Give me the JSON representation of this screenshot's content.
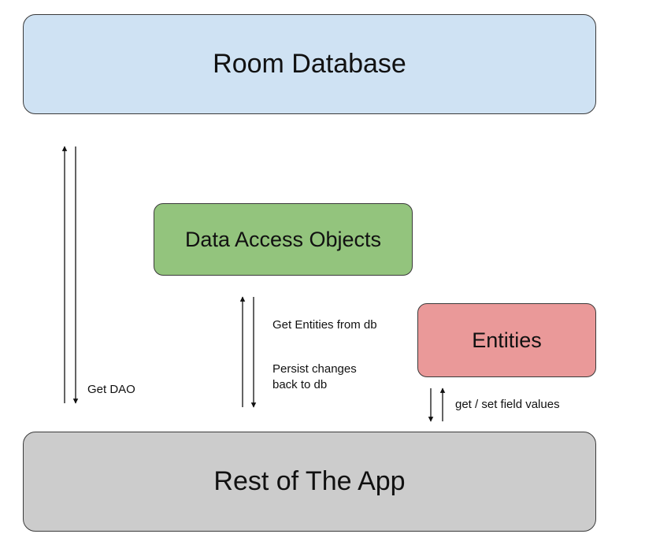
{
  "nodes": {
    "room_database": {
      "label": "Room Database",
      "fill": "#cfe2f3"
    },
    "data_access_objects": {
      "label": "Data Access Objects",
      "fill": "#93c47d"
    },
    "entities": {
      "label": "Entities",
      "fill": "#ea9999"
    },
    "rest_of_app": {
      "label": "Rest of The App",
      "fill": "#cccccc"
    }
  },
  "edges": {
    "get_dao": {
      "label": "Get DAO"
    },
    "get_entities": {
      "label": "Get Entities from db"
    },
    "persist_changes": {
      "label": "Persist changes\nback to db"
    },
    "field_values": {
      "label": "get / set field values"
    }
  },
  "colors": {
    "border": "#3a3a3a",
    "arrow": "#111111",
    "background": "#ffffff"
  }
}
